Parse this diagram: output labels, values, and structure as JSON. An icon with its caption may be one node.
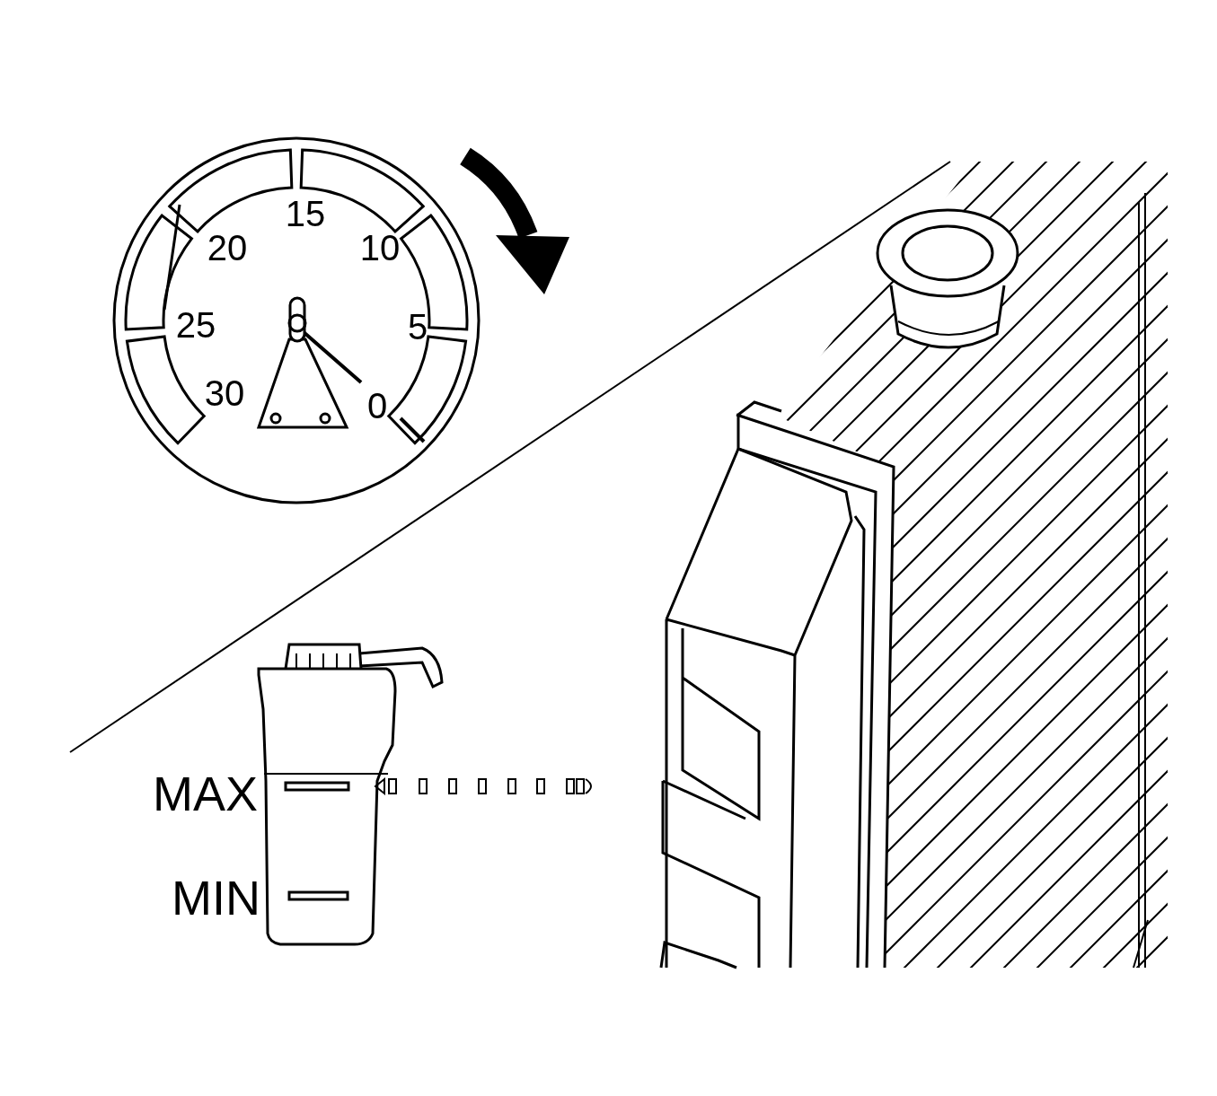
{
  "diagram": {
    "labels": [
      "15",
      "20",
      "10",
      "25",
      "5",
      "30",
      "0",
      "MAX",
      "MIN"
    ]
  }
}
